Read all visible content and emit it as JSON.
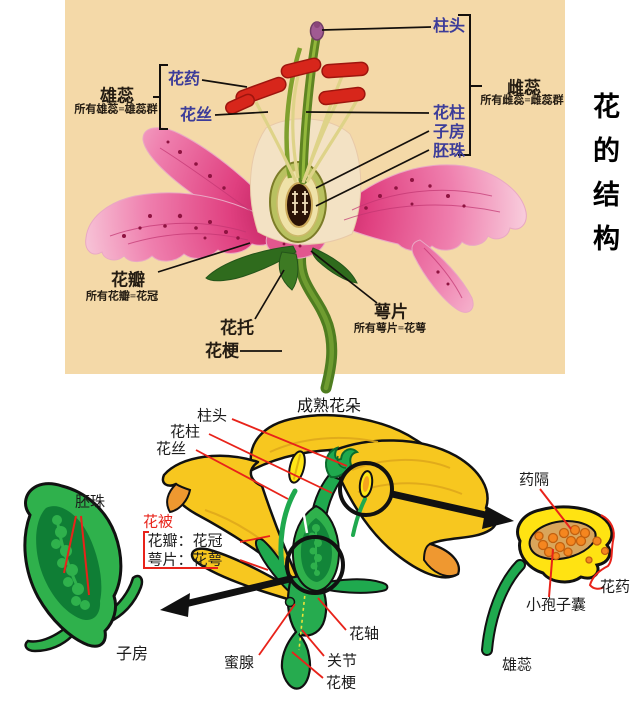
{
  "top": {
    "side_title": "花的结构",
    "bg_color": "#f4d9a8",
    "colors": {
      "label_blue": "#3c3c99",
      "label_black": "#241c12",
      "petal_pink": "#e04080",
      "petal_deep": "#b01350",
      "anther_red": "#d7261b",
      "stem_green": "#5f8422",
      "ovary_dark": "#2a1206"
    },
    "labels": {
      "zhutou": "柱头",
      "xiongrui": "雄蕊",
      "xiongrui_note": "所有雄蕊=雄蕊群",
      "huayao": "花药",
      "huasi": "花丝",
      "cirui": "雌蕊",
      "cirui_note": "所有雌蕊=雌蕊群",
      "huazhu": "花柱",
      "zifang": "子房",
      "peizhu": "胚珠",
      "huaban": "花瓣",
      "huaban_note": "所有花瓣=花冠",
      "epian": "萼片",
      "epian_note": "所有萼片=花萼",
      "huatuo": "花托",
      "huageng": "花梗"
    }
  },
  "bottom": {
    "title": "成熟花朵",
    "colors": {
      "petal_yellow": "#f7c71f",
      "petal_orange": "#ef9830",
      "leaf_green": "#1fa94e",
      "ovary_green": "#2fb14c",
      "ovary_dark_green": "#0f7e35",
      "anther_yellow": "#ffe312",
      "anther_tan": "#d9a55b",
      "pollen_orange": "#f5861f",
      "leader_red": "#e8231a",
      "arrow_black": "#111111"
    },
    "labels": {
      "zhutou": "柱头",
      "huazhu": "花柱",
      "huasi": "花丝",
      "peizhu": "胚珠",
      "huabei": "花被",
      "huaban_line": "花瓣：花冠",
      "epian_line": "萼片：花萼",
      "zifang": "子房",
      "midian": "蜜腺",
      "huazhou": "花轴",
      "guanjie": "关节",
      "huageng": "花梗",
      "yaoge": "药隔",
      "huayao": "花药",
      "xiaobaozinang": "小孢子囊",
      "xiongrui": "雄蕊"
    }
  }
}
